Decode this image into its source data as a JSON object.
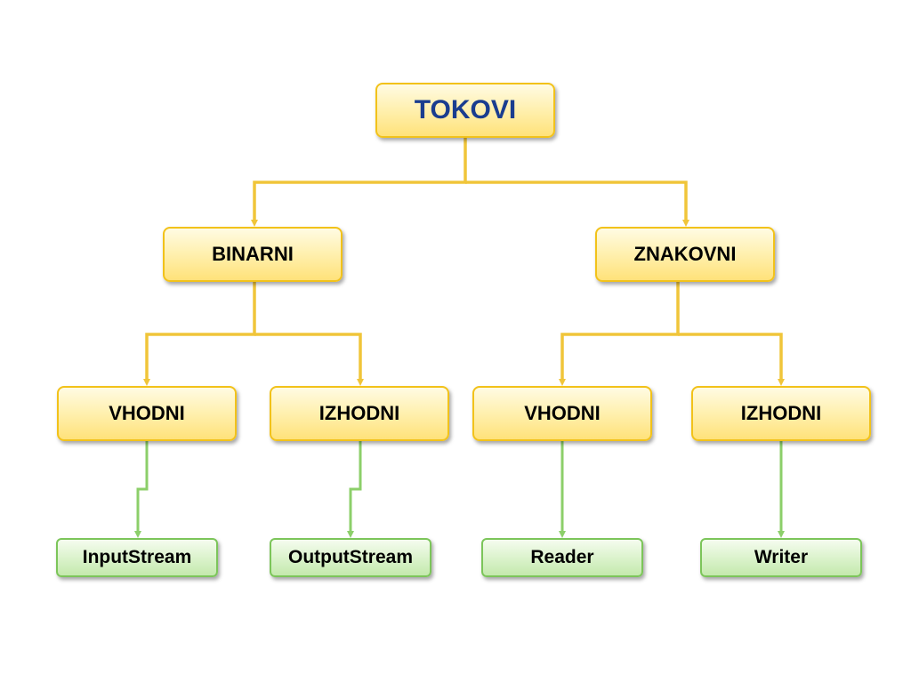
{
  "diagram": {
    "root": {
      "label": "TOKOVI"
    },
    "binary": {
      "label": "BINARNI"
    },
    "character": {
      "label": "ZNAKOVNI"
    },
    "binary_input": {
      "label": "VHODNI"
    },
    "binary_output": {
      "label": "IZHODNI"
    },
    "char_input": {
      "label": "VHODNI"
    },
    "char_output": {
      "label": "IZHODNI"
    },
    "input_stream": {
      "label": "InputStream"
    },
    "output_stream": {
      "label": "OutputStream"
    },
    "reader": {
      "label": "Reader"
    },
    "writer": {
      "label": "Writer"
    }
  },
  "colors": {
    "yellow_border": "#f2c21a",
    "yellow_connector": "#f0c53a",
    "green_border": "#7cc55a",
    "green_connector": "#8ccf6a",
    "root_text": "#1a3d8f"
  }
}
